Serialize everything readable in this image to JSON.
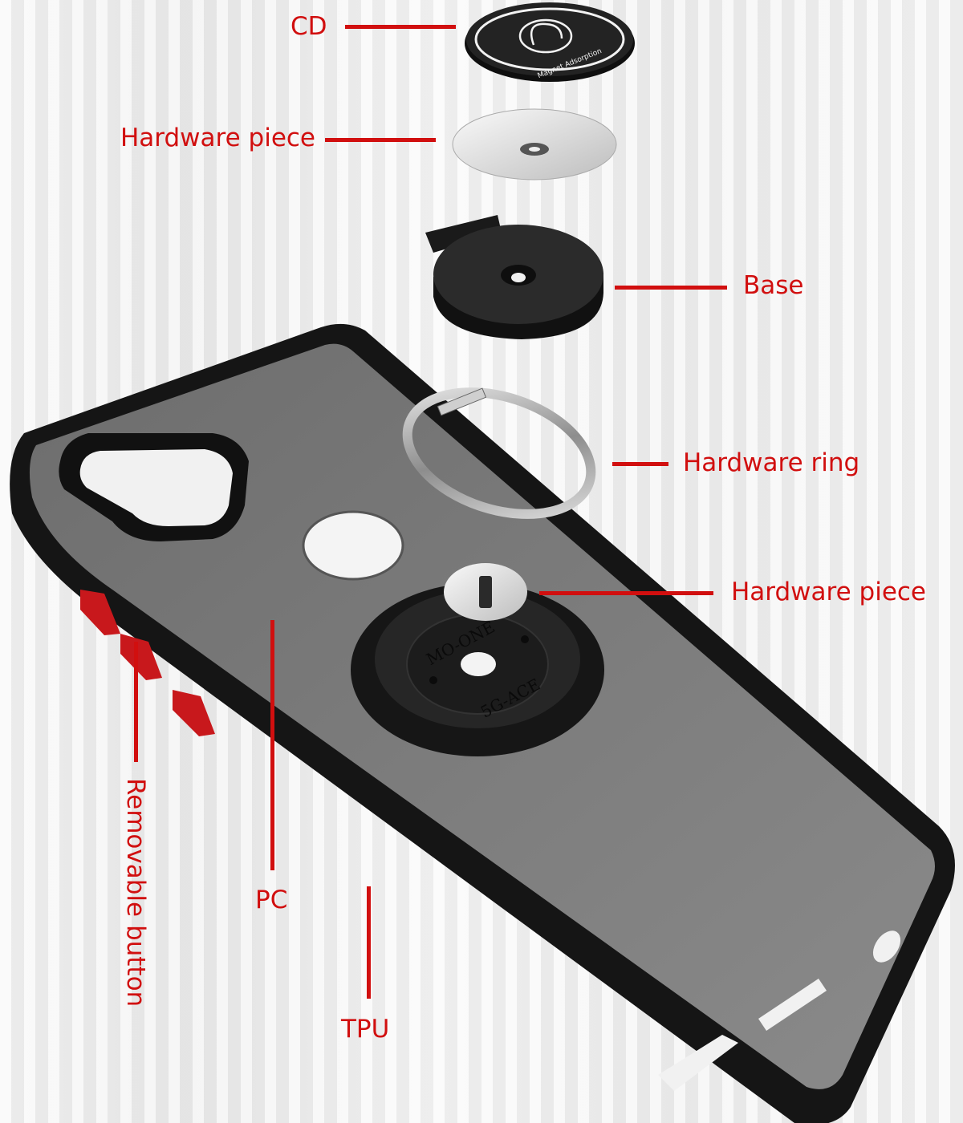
{
  "labels": {
    "cd": "CD",
    "hardware_piece_top": "Hardware piece",
    "base": "Base",
    "hardware_ring": "Hardware ring",
    "hardware_piece_bottom": "Hardware piece",
    "pc": "PC",
    "tpu": "TPU",
    "removable_button": "Removable button"
  },
  "product_markings": {
    "cd_text": "Magnet Adsorption",
    "base_text_top": "MO-ONE",
    "base_text_bottom": "5G-ACE"
  },
  "colors": {
    "accent": "#d10f0f",
    "case_black": "#151515",
    "pc_gray": "#7a7a7a",
    "button_red": "#c8181c"
  }
}
